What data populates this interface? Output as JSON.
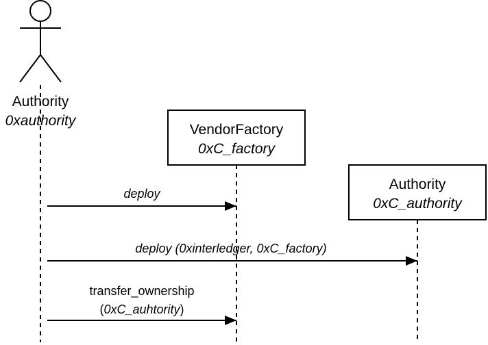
{
  "actor": {
    "name": "Authority",
    "address": "0xauthority"
  },
  "participants": [
    {
      "name": "VendorFactory",
      "address": "0xC_factory"
    },
    {
      "name": "Authority",
      "address": "0xC_authority"
    }
  ],
  "messages": [
    {
      "label": "deploy"
    },
    {
      "label": "deploy (0xinterledger, 0xC_factory)"
    },
    {
      "label_line1": "transfer_ownership",
      "label_open": "(",
      "label_arg": "0xC_auhtority",
      "label_close": ")"
    }
  ],
  "colors": {
    "line": "#000000",
    "background": "#ffffff"
  }
}
